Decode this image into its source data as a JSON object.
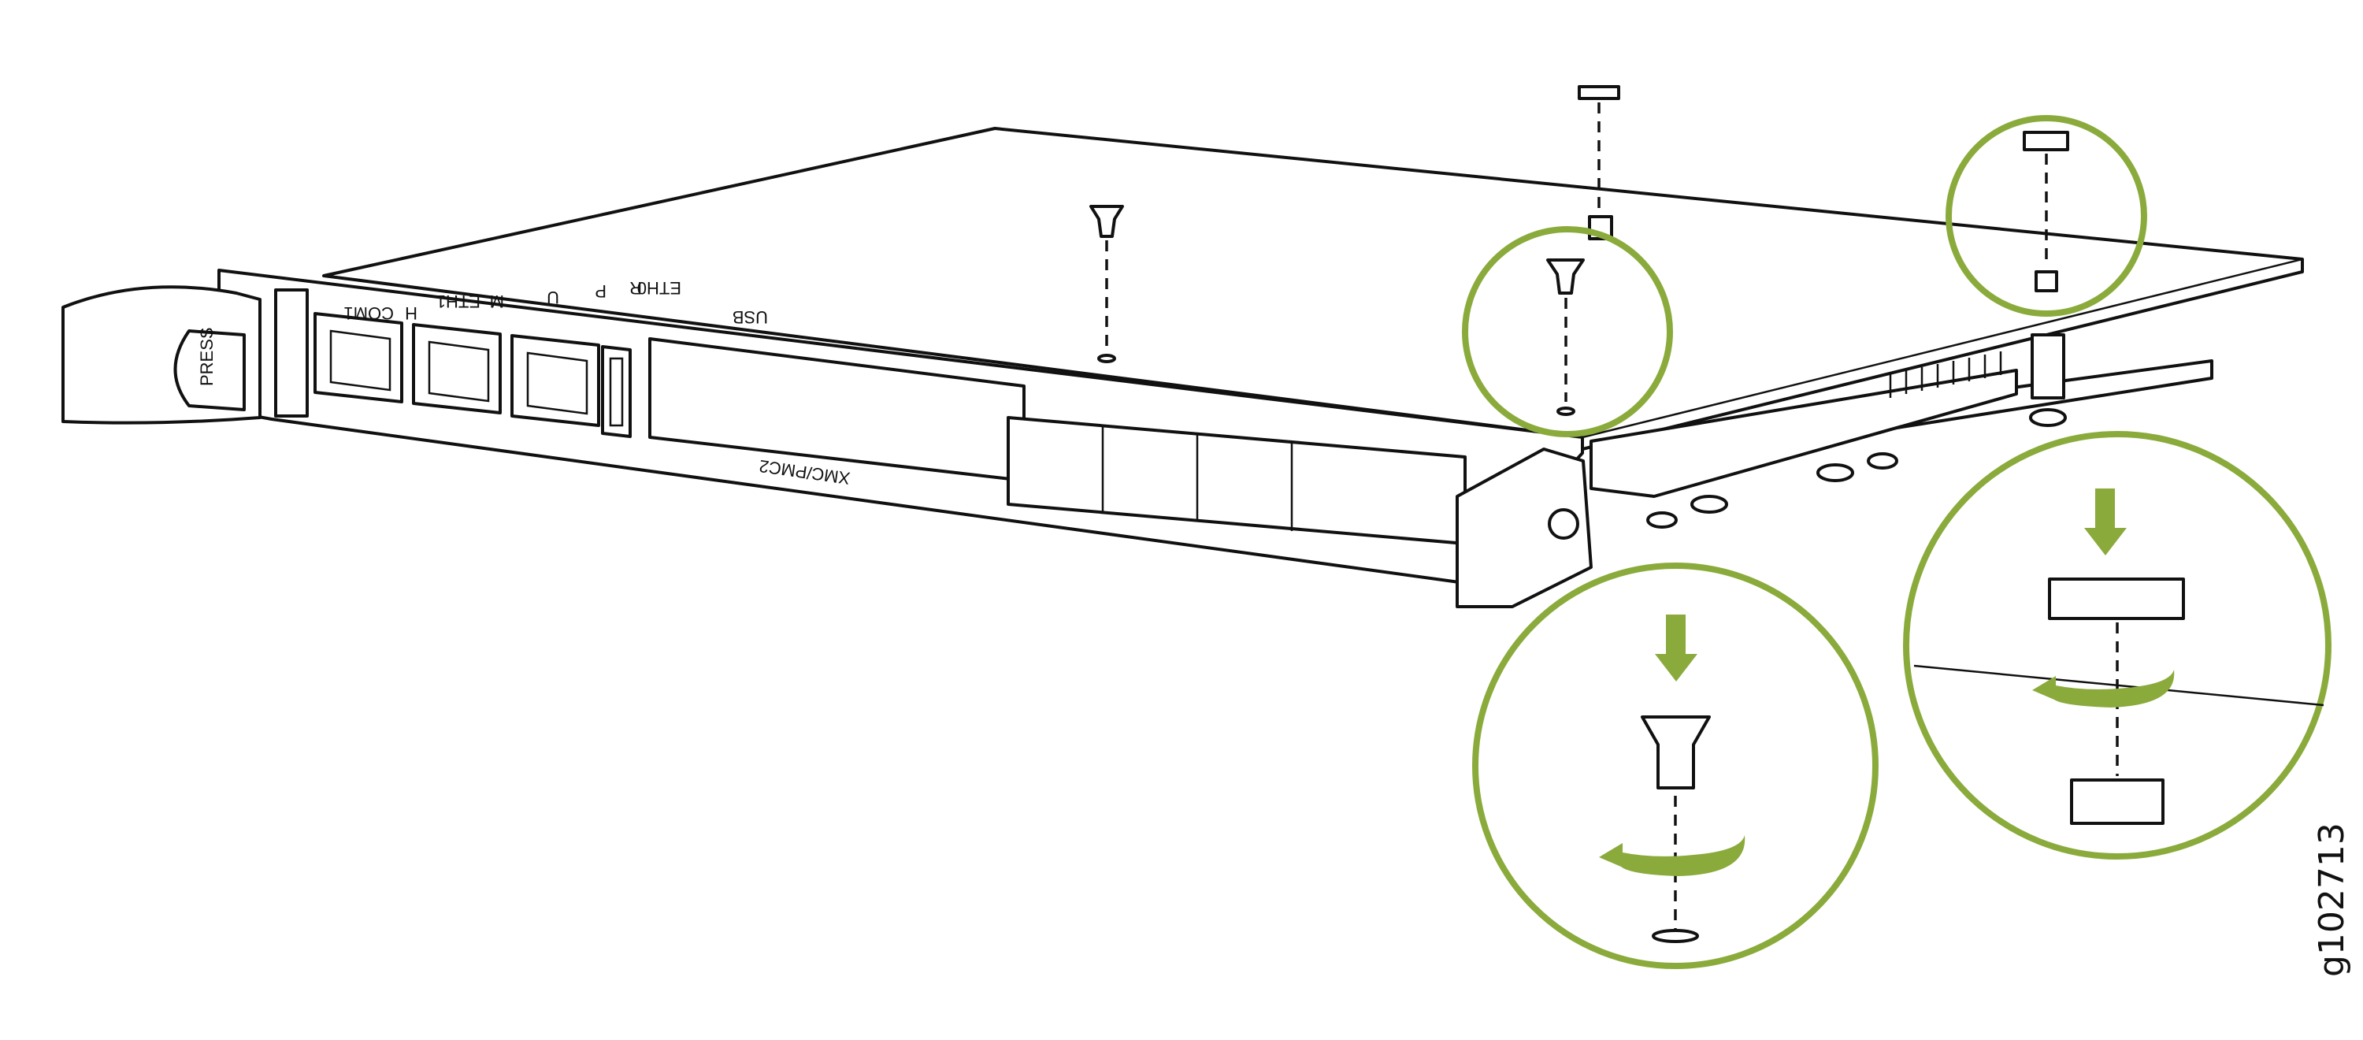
{
  "figure_id": "g102713",
  "colors": {
    "accent_green": "#8aab3c",
    "line": "#111111"
  },
  "faceplate": {
    "ejector_label": "PRESS",
    "port_labels": [
      "H",
      "COM1",
      "M",
      "ETH1",
      "U",
      "P",
      "ETH0",
      "R",
      "USB"
    ],
    "slot_label": "XMC/PMC2"
  },
  "callouts": [
    {
      "name": "screw-detail",
      "action": "turn-clockwise"
    },
    {
      "name": "standoff-nut-detail",
      "action": "turn-clockwise"
    }
  ]
}
